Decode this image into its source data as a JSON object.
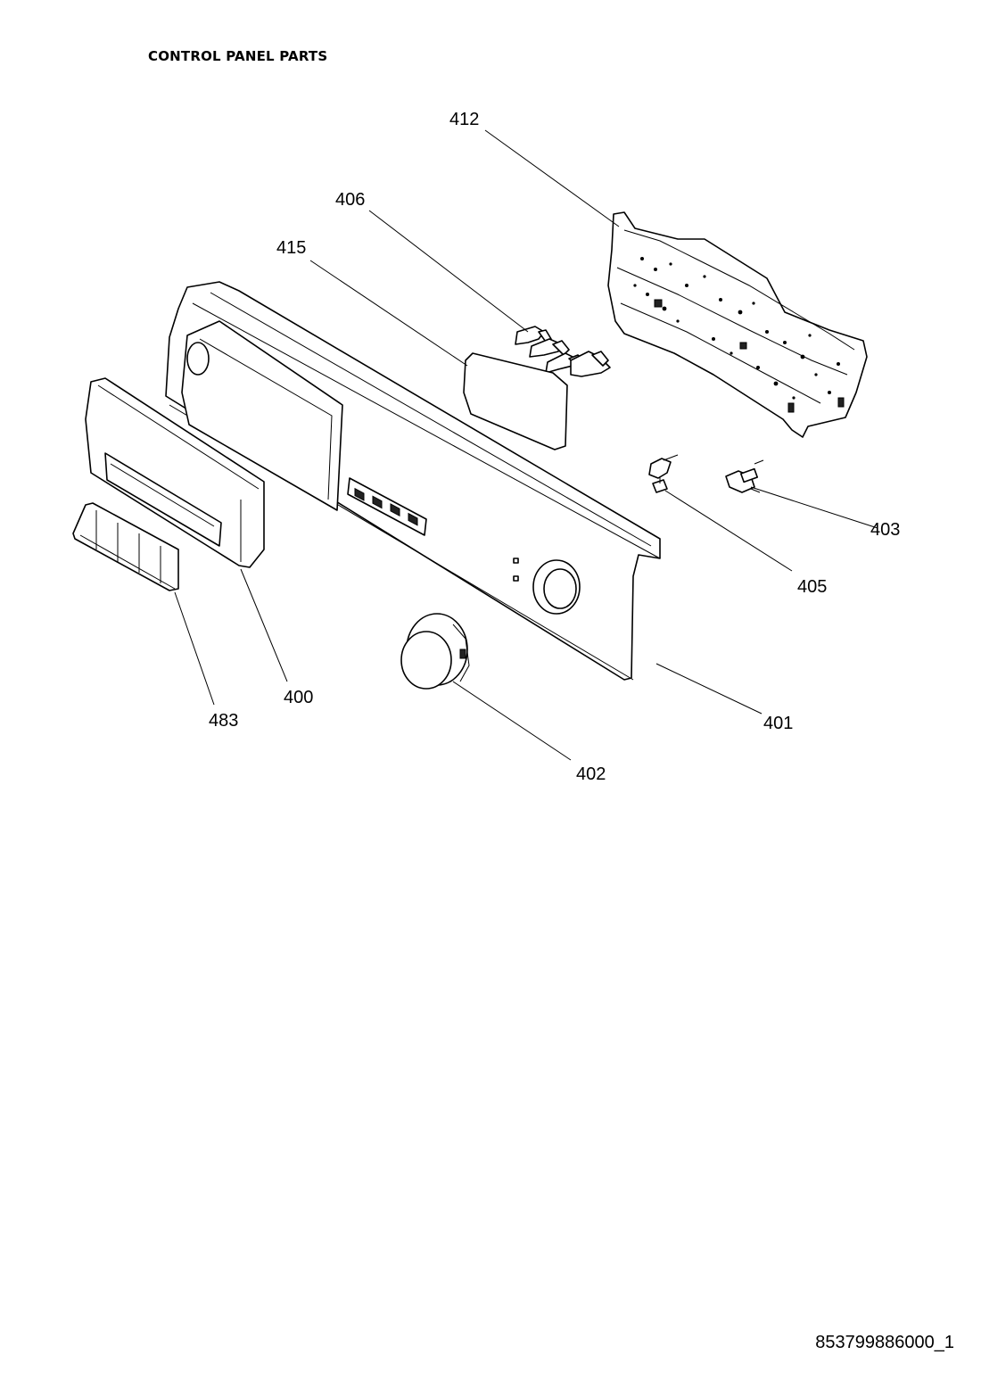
{
  "page": {
    "title": "CONTROL PANEL PARTS",
    "document_code": "853799886000_1"
  },
  "callouts": [
    {
      "id": "412",
      "label": "412"
    },
    {
      "id": "406",
      "label": "406"
    },
    {
      "id": "415",
      "label": "415"
    },
    {
      "id": "403",
      "label": "403"
    },
    {
      "id": "405",
      "label": "405"
    },
    {
      "id": "400",
      "label": "400"
    },
    {
      "id": "483",
      "label": "483"
    },
    {
      "id": "401",
      "label": "401"
    },
    {
      "id": "402",
      "label": "402"
    }
  ]
}
